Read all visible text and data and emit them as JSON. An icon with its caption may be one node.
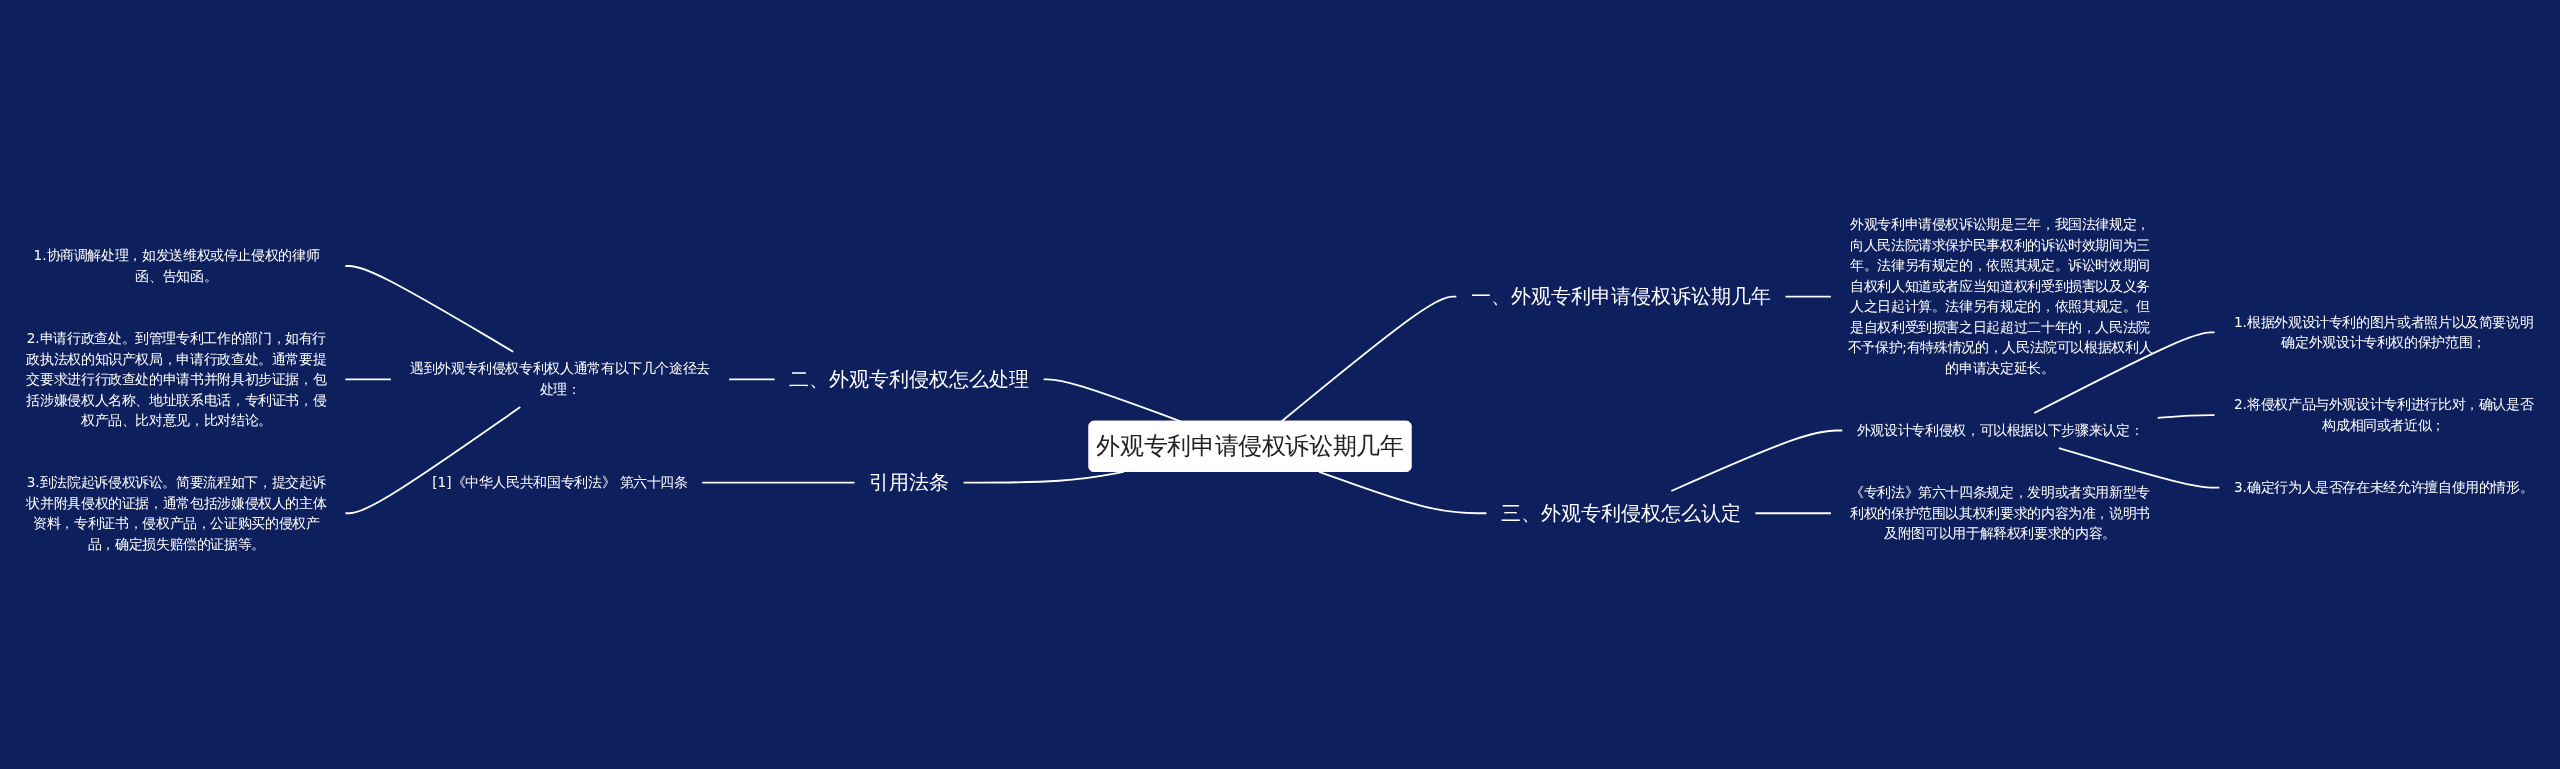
{
  "diagram": {
    "nodes": [
      {
        "text": [
          "外观专利申请侵权诉讼期几年"
        ]
      },
      {
        "text": [
          "一、外观专利申请侵权诉讼期几年"
        ]
      },
      {
        "text": [
          "外观专利申请侵权诉讼期是三年，我国法律规定，向人民法院请求保护民事权利的诉讼时效期间为三年。法律另有规定的，依照其规定。诉讼时效期间自权利人知道或者应当知道权利受到损害以及义务人之日起计算。法律另有规定的，依照其规定。但是自权利受到损害之日起超过二十年的，人民法院不予保护;有特殊情况的，人民法院可以根据权利人的申请决定延长。"
        ]
      },
      {
        "text": [
          "二、外观专利侵权怎么处理"
        ]
      },
      {
        "text": [
          "遇到外观专利侵权专利权人通常有以下几个途径去处理："
        ]
      },
      {
        "text": [
          "1.协商调解处理，如发送维权或停止侵权的律师函、告知函。"
        ]
      },
      {
        "text": [
          "2.申请行政查处。到管理专利工作的部门，如有行政执法权的知识产权局，申请行政查处。通常要提交要求进行行政查处的申请书并附具初步证据，包括涉嫌侵权人名称、地址联系电话，专利证书，侵权产品、比对意见，比对结论。"
        ]
      },
      {
        "text": [
          "3.到法院起诉侵权诉讼。简要流程如下，提交起诉状并附具侵权的证据，通常包括涉嫌侵权人的主体资料，专利证书，侵权产品，公证购买的侵权产品，确定损失赔偿的证据等。"
        ]
      },
      {
        "text": [
          "引用法条"
        ]
      },
      {
        "text": [
          "[1]《中华人民共和国专利法》 第六十四条"
        ]
      },
      {
        "text": [
          "三、外观专利侵权怎么认定"
        ]
      },
      {
        "text": [
          "外观设计专利侵权，可以根据以下步骤来认定："
        ]
      },
      {
        "text": [
          "1.根据外观设计专利的图片或者照片以及简要说明确定外观设计专利权的保护范围；"
        ]
      },
      {
        "text": [
          "2.将侵权产品与外观设计专利进行比对，确认是否构成相同或者近似；"
        ]
      },
      {
        "text": [
          "3.确定行为人是否存在未经允许擅自使用的情形。"
        ]
      },
      {
        "text": [
          "《专利法》第六十四条规定，发明或者实用新型专利权的保护范围以其权利要求的内容为准，说明书及附图可以用于解释权利要求的内容。"
        ]
      }
    ],
    "edges": [
      {
        "from": 0,
        "to": 1,
        "arrow": "none"
      },
      {
        "from": 1,
        "to": 2,
        "arrow": "none"
      },
      {
        "from": 0,
        "to": 3,
        "arrow": "none"
      },
      {
        "from": 3,
        "to": 4,
        "arrow": "none"
      },
      {
        "from": 4,
        "to": 5,
        "arrow": "none"
      },
      {
        "from": 4,
        "to": 6,
        "arrow": "none"
      },
      {
        "from": 4,
        "to": 7,
        "arrow": "none"
      },
      {
        "from": 0,
        "to": 8,
        "arrow": "none"
      },
      {
        "from": 8,
        "to": 9,
        "arrow": "none"
      },
      {
        "from": 0,
        "to": 10,
        "arrow": "none"
      },
      {
        "from": 10,
        "to": 11,
        "arrow": "none"
      },
      {
        "from": 11,
        "to": 12,
        "arrow": "none"
      },
      {
        "from": 11,
        "to": 13,
        "arrow": "none"
      },
      {
        "from": 11,
        "to": 14,
        "arrow": "none"
      },
      {
        "from": 10,
        "to": 15,
        "arrow": "none"
      }
    ]
  }
}
